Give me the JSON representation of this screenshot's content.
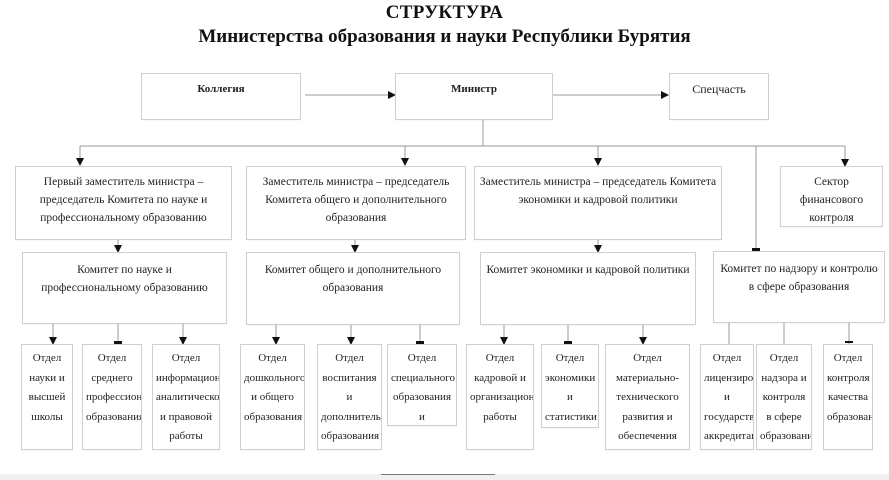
{
  "title": {
    "line1": "СТРУКТУРА",
    "line2": "Министерства образования и науки Республики Бурятия"
  },
  "top_row": {
    "collegium": "Коллегия",
    "minister": "Министр",
    "special": "Спецчасть"
  },
  "deputies": [
    {
      "text": "Первый заместитель министра – председатель Комитета по науке и профессиональному образованию"
    },
    {
      "text": "Заместитель министра – председатель Комитета общего и дополнительного образования"
    },
    {
      "text": "Заместитель министра – председатель Комитета экономики и кадровой политики"
    },
    {
      "text": "Сектор финансового контроля"
    }
  ],
  "committees": [
    {
      "text": "Комитет по науке и профессиональному образованию"
    },
    {
      "text": "Комитет общего и дополнительного образования"
    },
    {
      "text": "Комитет экономики и кадровой политики"
    },
    {
      "text": "Комитет по надзору и контролю в сфере образования"
    }
  ],
  "departments": [
    {
      "text": "Отдел науки и высшей школы"
    },
    {
      "text": "Отдел среднего профессионального образования"
    },
    {
      "text": "Отдел информационно-аналитической и правовой работы"
    },
    {
      "text": "Отдел дошкольного и общего образования"
    },
    {
      "text": "Отдел воспитания и дополнительного образования"
    },
    {
      "text": "Отдел специального образования и интернатных учреждений"
    },
    {
      "text": "Отдел кадровой и организационной работы"
    },
    {
      "text": "Отдел экономики и статистики"
    },
    {
      "text": "Отдел материально-технического развития и обеспечения безопасности"
    },
    {
      "text": "Отдел лицензирования и государственной аккредитации"
    },
    {
      "text": "Отдел надзора и контроля в сфере образования"
    },
    {
      "text": "Отдел контроля качества образования"
    }
  ],
  "colors": {
    "line": "#9a9a9a",
    "arrow": "#111111",
    "border": "#cfcfcf"
  }
}
